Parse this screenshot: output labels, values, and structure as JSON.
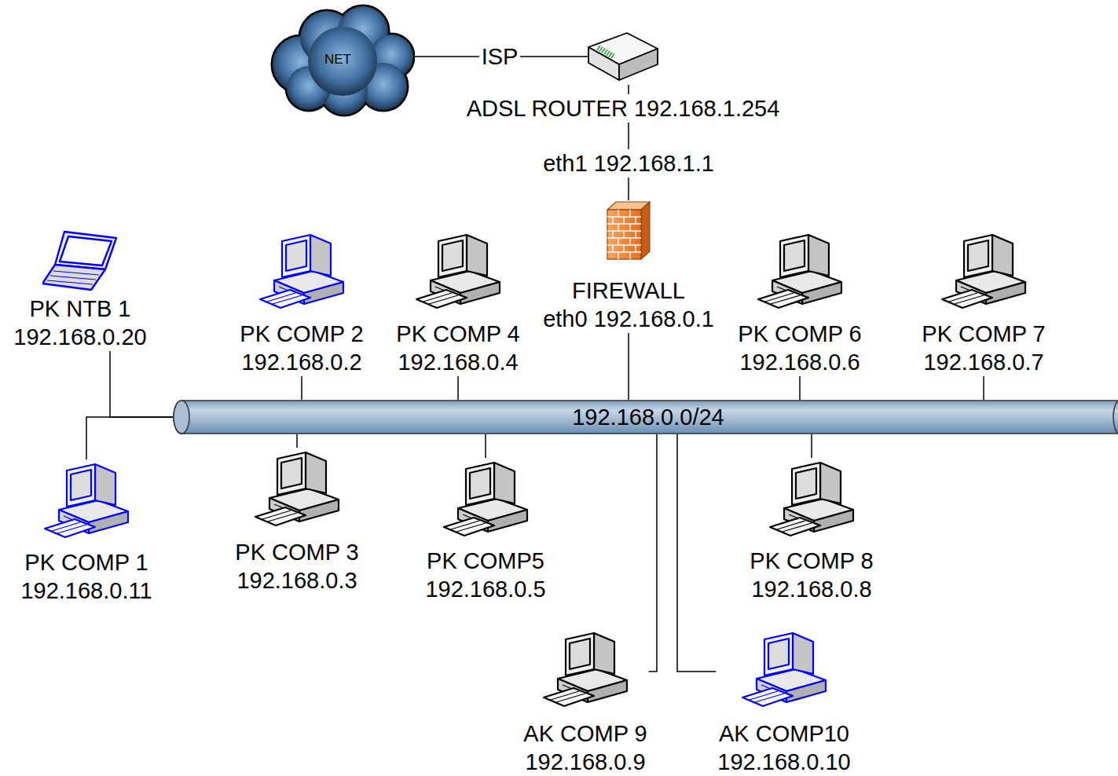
{
  "diagram": {
    "nodes": [
      {
        "text": [
          "NET"
        ]
      },
      {
        "text": [
          "ADSL ROUTER 192.168.1.254"
        ]
      },
      {
        "text": [
          "FIREWALL",
          "eth0 192.168.0.1"
        ]
      },
      {
        "text": [
          "PK NTB 1",
          "192.168.0.20"
        ]
      },
      {
        "text": [
          "PK COMP 2",
          "192.168.0.2"
        ]
      },
      {
        "text": [
          "PK COMP 4",
          "192.168.0.4"
        ]
      },
      {
        "text": [
          "PK COMP 6",
          "192.168.0.6"
        ]
      },
      {
        "text": [
          "PK COMP 7",
          "192.168.0.7"
        ]
      },
      {
        "text": [
          "192.168.0.0/24"
        ]
      },
      {
        "text": [
          "PK COMP 1",
          "192.168.0.11"
        ]
      },
      {
        "text": [
          "PK COMP 3",
          "192.168.0.3"
        ]
      },
      {
        "text": [
          "PK COMP5",
          "192.168.0.5"
        ]
      },
      {
        "text": [
          "PK COMP 8",
          "192.168.0.8"
        ]
      },
      {
        "text": [
          "AK COMP 9",
          "192.168.0.9"
        ]
      },
      {
        "text": [
          "AK COMP10",
          "192.168.0.10"
        ]
      }
    ],
    "edges": [
      {
        "from": 0,
        "to": 1,
        "label": "ISP",
        "arrow": "none"
      },
      {
        "from": 1,
        "to": 2,
        "label": "eth1 192.168.1.1",
        "arrow": "none"
      },
      {
        "from": 2,
        "to": 8,
        "arrow": "none"
      },
      {
        "from": 3,
        "to": 8,
        "arrow": "none"
      },
      {
        "from": 4,
        "to": 8,
        "arrow": "none"
      },
      {
        "from": 5,
        "to": 8,
        "arrow": "none"
      },
      {
        "from": 6,
        "to": 8,
        "arrow": "none"
      },
      {
        "from": 7,
        "to": 8,
        "arrow": "none"
      },
      {
        "from": 9,
        "to": 8,
        "arrow": "none"
      },
      {
        "from": 10,
        "to": 8,
        "arrow": "none"
      },
      {
        "from": 11,
        "to": 8,
        "arrow": "none"
      },
      {
        "from": 12,
        "to": 8,
        "arrow": "none"
      },
      {
        "from": 13,
        "to": 8,
        "arrow": "none"
      },
      {
        "from": 14,
        "to": 8,
        "arrow": "none"
      }
    ]
  }
}
